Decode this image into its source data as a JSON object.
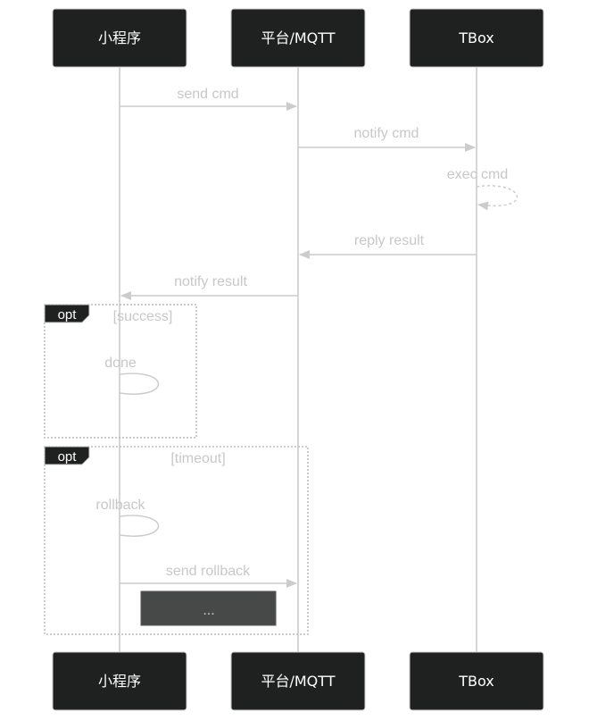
{
  "actors": {
    "miniapp": "小程序",
    "platform": "平台/MQTT",
    "tbox": "TBox"
  },
  "messages": {
    "send_cmd": "send cmd",
    "notify_cmd": "notify cmd",
    "exec_cmd": "exec cmd",
    "reply_result": "reply result",
    "notify_result": "notify result",
    "done": "done",
    "rollback": "rollback",
    "send_rollback": "send rollback"
  },
  "fragments": {
    "opt1": {
      "label": "opt",
      "condition": "[success]"
    },
    "opt2": {
      "label": "opt",
      "condition": "[timeout]"
    }
  },
  "note": "...",
  "colors": {
    "actor_fill": "#1f2020",
    "line": "#cccccc",
    "text": "#c8c8c8",
    "note_fill": "#474949"
  }
}
